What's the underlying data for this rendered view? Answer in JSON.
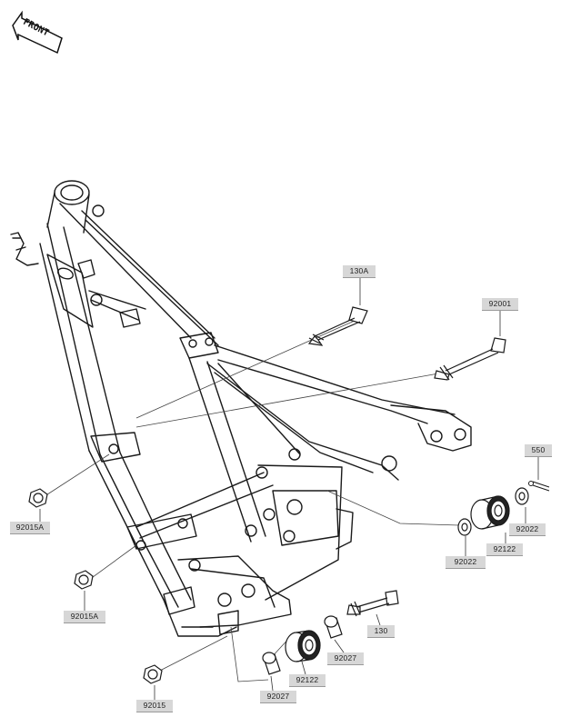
{
  "diagram": {
    "front_label": "FRONT",
    "parts": [
      {
        "id": "bolt-130a",
        "label": "130A"
      },
      {
        "id": "bolt-92001",
        "label": "92001"
      },
      {
        "id": "pin-550",
        "label": "550"
      },
      {
        "id": "nut-92015a-upper",
        "label": "92015A"
      },
      {
        "id": "nut-92015a-lower",
        "label": "92015A"
      },
      {
        "id": "nut-92015",
        "label": "92015"
      },
      {
        "id": "washer-92022-right",
        "label": "92022"
      },
      {
        "id": "washer-92022-center",
        "label": "92022"
      },
      {
        "id": "damper-92122-right",
        "label": "92122"
      },
      {
        "id": "damper-92122-lower",
        "label": "92122"
      },
      {
        "id": "collar-92027-right",
        "label": "92027"
      },
      {
        "id": "collar-92027-lower",
        "label": "92027"
      },
      {
        "id": "bolt-130",
        "label": "130"
      }
    ]
  }
}
